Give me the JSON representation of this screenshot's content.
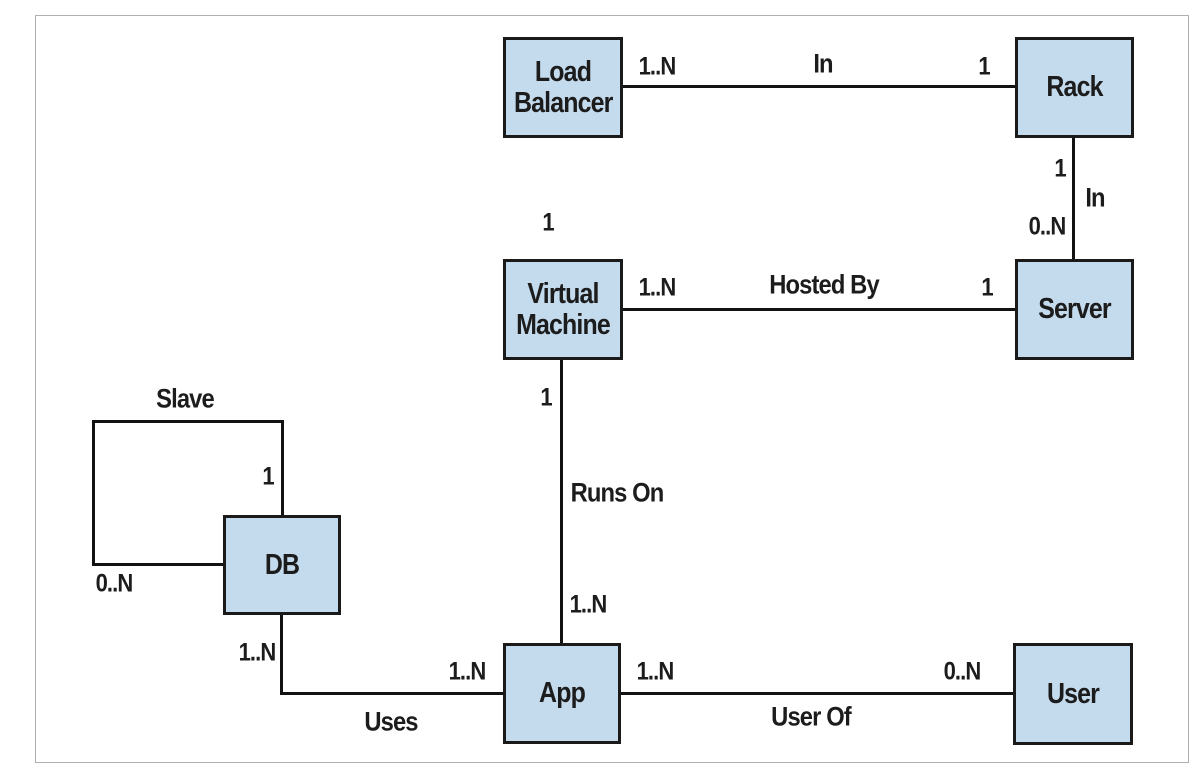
{
  "diagram": {
    "type": "entity-relationship",
    "entities": [
      {
        "id": "load-balancer",
        "label": "Load Balancer"
      },
      {
        "id": "rack",
        "label": "Rack"
      },
      {
        "id": "virtual-machine",
        "label": "Virtual Machine"
      },
      {
        "id": "server",
        "label": "Server"
      },
      {
        "id": "db",
        "label": "DB"
      },
      {
        "id": "app",
        "label": "App"
      },
      {
        "id": "user",
        "label": "User"
      }
    ],
    "relationships": [
      {
        "label": "In",
        "from": "Load Balancer",
        "from_card": "1..N",
        "to": "Rack",
        "to_card": "1"
      },
      {
        "label": "In",
        "from": "Server",
        "from_card": "0..N",
        "to": "Rack",
        "to_card": "1"
      },
      {
        "label": "Hosted By",
        "from": "Virtual Machine",
        "from_card": "1..N",
        "to": "Server",
        "to_card": "1"
      },
      {
        "label": "Runs On",
        "from": "App",
        "from_card": "1..N",
        "to": "Virtual Machine",
        "to_card": "1"
      },
      {
        "label": "Slave",
        "from": "DB",
        "from_card": "0..N",
        "to": "DB",
        "to_card": "1"
      },
      {
        "label": "Uses",
        "from": "App",
        "from_card": "1..N",
        "to": "DB",
        "to_card": "1..N"
      },
      {
        "label": "User Of",
        "from": "App",
        "from_card": "1..N",
        "to": "User",
        "to_card": "0..N"
      }
    ],
    "annotations": [
      {
        "text": "1",
        "note": "above Virtual Machine box"
      }
    ],
    "colors": {
      "entity_fill": "#c4daed",
      "entity_border": "#1a1a1a",
      "connector": "#121212",
      "label_text": "#1c1c1c",
      "frame_border": "#b0b0b0",
      "background": "#ffffff"
    }
  }
}
